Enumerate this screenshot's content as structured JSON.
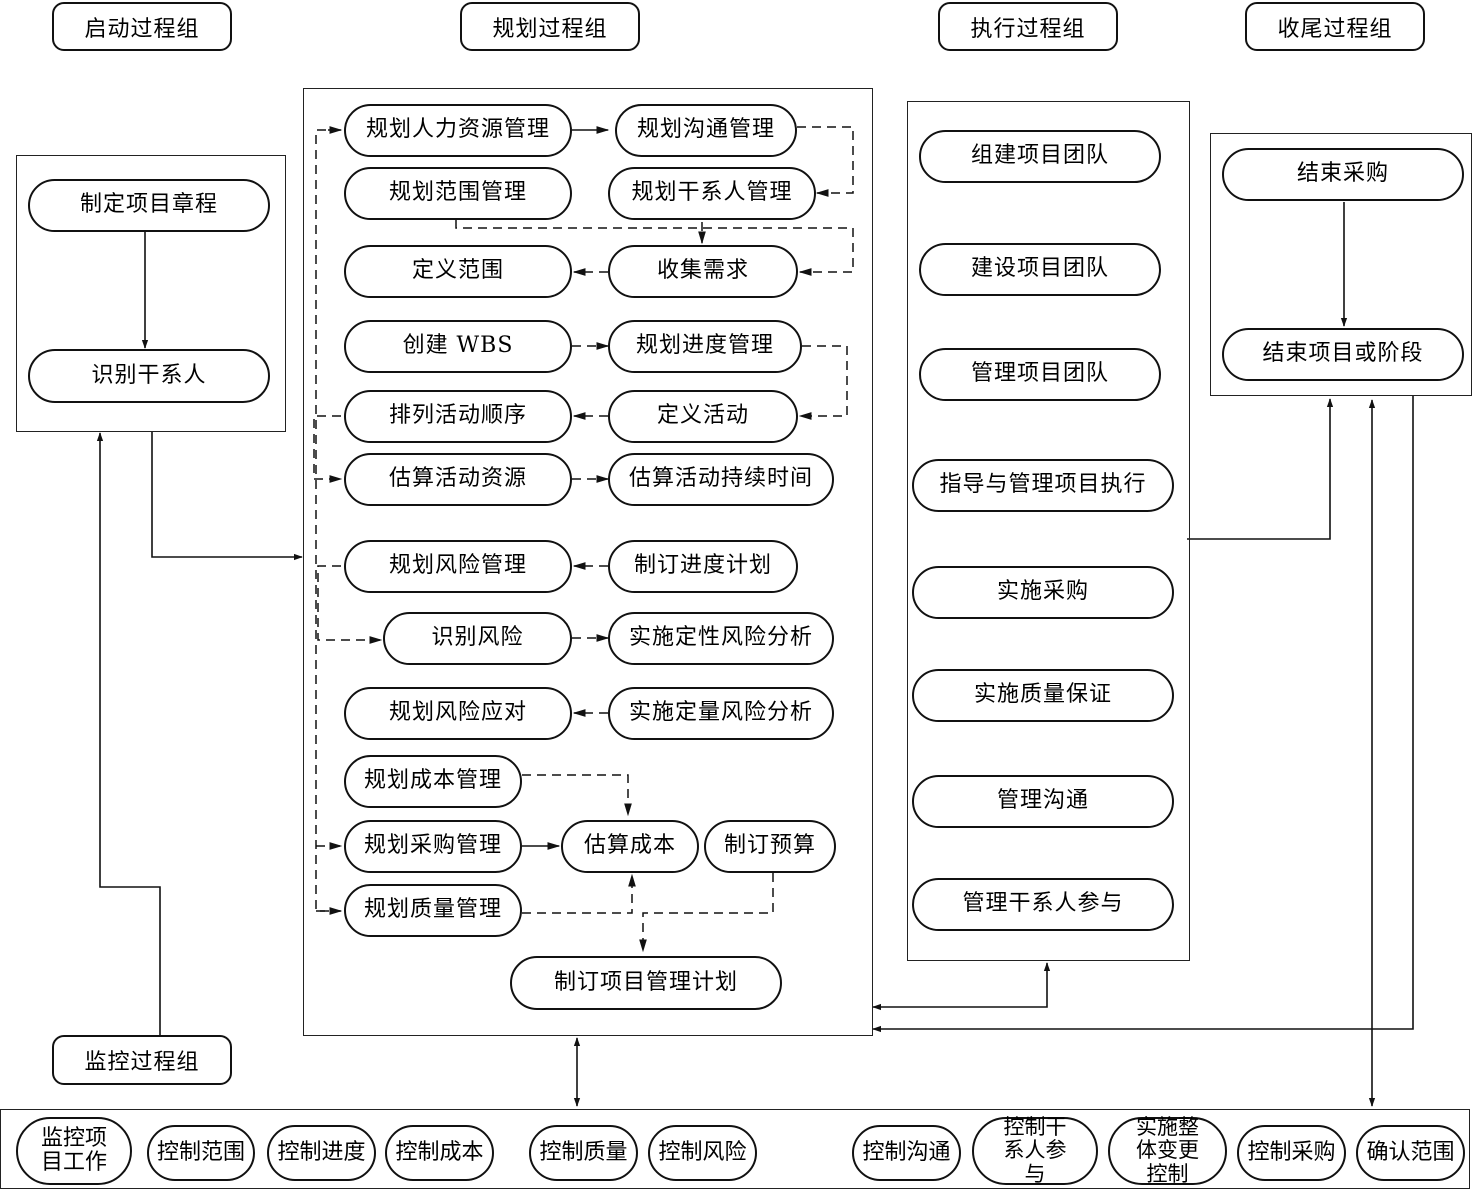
{
  "headers": {
    "initiating": "启动过程组",
    "planning": "规划过程组",
    "executing": "执行过程组",
    "closing": "收尾过程组",
    "monitoring": "监控过程组"
  },
  "initiating": {
    "develop_charter": "制定项目章程",
    "identify_stakeholders": "识别干系人"
  },
  "planning": {
    "plan_hr": "规划人力资源管理",
    "plan_comm": "规划沟通管理",
    "plan_scope": "规划范围管理",
    "plan_stakeholder": "规划干系人管理",
    "define_scope": "定义范围",
    "collect_req": "收集需求",
    "create_wbs": "创建 WBS",
    "plan_schedule": "规划进度管理",
    "sequence_act": "排列活动顺序",
    "define_act": "定义活动",
    "est_resources": "估算活动资源",
    "est_durations": "估算活动持续时间",
    "plan_risk": "规划风险管理",
    "develop_schedule": "制订进度计划",
    "identify_risks": "识别风险",
    "qual_risk": "实施定性风险分析",
    "plan_response": "规划风险应对",
    "quant_risk": "实施定量风险分析",
    "plan_cost": "规划成本管理",
    "plan_procure": "规划采购管理",
    "est_cost": "估算成本",
    "determine_budget": "制订预算",
    "plan_quality": "规划质量管理",
    "develop_pmp": "制订项目管理计划"
  },
  "executing": {
    "acquire_team": "组建项目团队",
    "develop_team": "建设项目团队",
    "manage_team": "管理项目团队",
    "direct_work": "指导与管理项目执行",
    "conduct_procure": "实施采购",
    "quality_assurance": "实施质量保证",
    "manage_comm": "管理沟通",
    "manage_stakeholder": "管理干系人参与"
  },
  "closing": {
    "close_procure": "结束采购",
    "close_project": "结束项目或阶段"
  },
  "monitoring": {
    "monitor_work": "监控项目工作",
    "control_scope": "控制范围",
    "control_schedule": "控制进度",
    "control_cost": "控制成本",
    "control_quality": "控制质量",
    "control_risks": "控制风险",
    "control_comm": "控制沟通",
    "control_stakeholder": "控制干系人参与",
    "integrated_change": "实施整体变更控制",
    "control_procure": "控制采购",
    "validate_scope": "确认范围"
  }
}
